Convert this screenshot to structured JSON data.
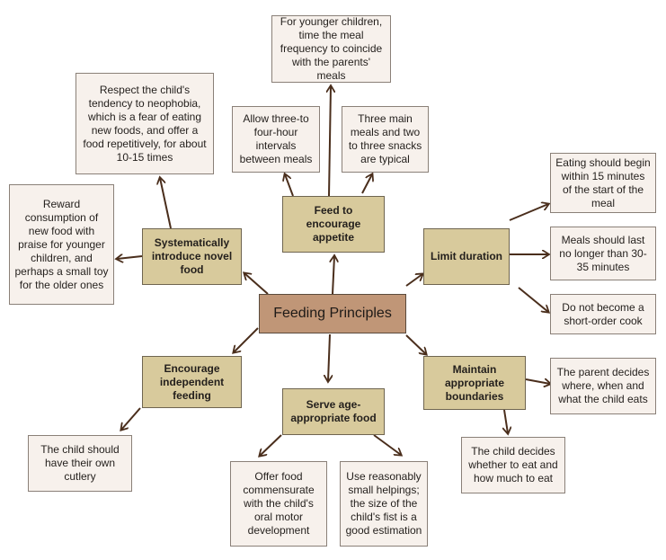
{
  "center": {
    "label": "Feeding Principles"
  },
  "categories": {
    "feed_appetite": "Feed to encourage appetite",
    "systematically": "Systematically introduce novel food",
    "limit_duration": "Limit duration",
    "independent": "Encourage independent feeding",
    "serve_age": "Serve age-appropriate food",
    "boundaries": "Maintain appropriate boundaries"
  },
  "leaves": {
    "meal_frequency": "For younger children, time the meal frequency to coincide with the parents' meals",
    "three_hour": "Allow three-to four-hour intervals between meals",
    "three_meals": "Three main meals and two to three snacks are typical",
    "neophobia": "Respect the child's tendency to neophobia, which is a fear of eating new foods, and offer a food repetitively, for about 10-15 times",
    "reward": "Reward consumption of new food with praise for younger children, and perhaps a small toy for the older ones",
    "eating_begin": "Eating should begin within 15 minutes of the start of the meal",
    "meals_last": "Meals should last no longer than 30-35 minutes",
    "short_order": "Do not become a short-order cook",
    "cutlery": "The child should have their own cutlery",
    "oral_motor": "Offer food commensurate with the child's oral motor development",
    "helpings": "Use reasonably small helpings; the size of the child's fist is a good estimation",
    "parent_decides": "The parent decides where, when and what the child eats",
    "child_decides": "The child decides whether to eat and how much to eat"
  },
  "colors": {
    "center_fill": "#c09677",
    "category_fill": "#d8ca9c",
    "leaf_fill": "#f7f1ec",
    "arrow": "#4a2e1c"
  }
}
